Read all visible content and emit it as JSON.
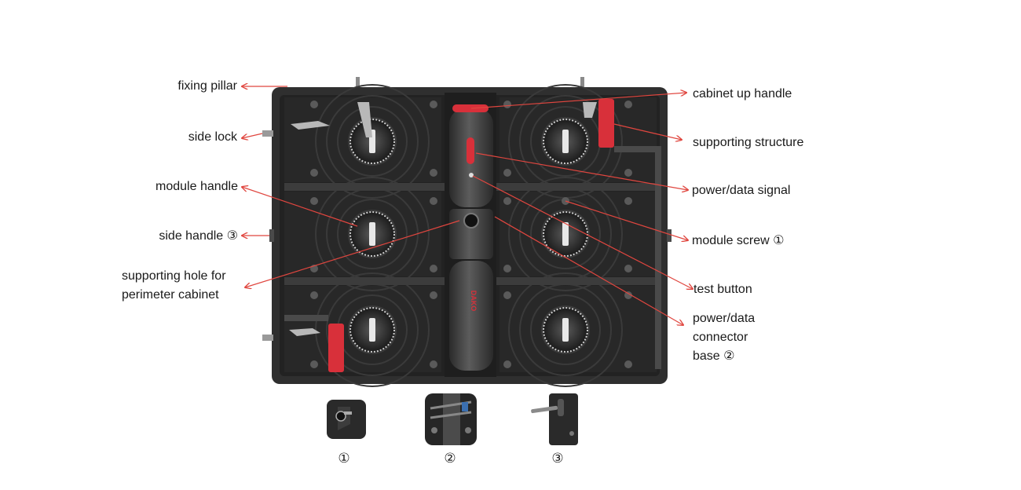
{
  "labels_left": {
    "fixing_pillar": "fixing pillar",
    "side_lock": "side lock",
    "module_handle": "module handle",
    "side_handle": "side handle ③",
    "supporting_hole_line1": "supporting hole for",
    "supporting_hole_line2": "perimeter cabinet"
  },
  "labels_right": {
    "cabinet_up_handle": "cabinet up handle",
    "supporting_structure": "supporting structure",
    "power_data_signal": "power/data signal",
    "module_screw": "module screw ①",
    "test_button": "test button",
    "connector_line1": "power/data",
    "connector_line2": "connector",
    "connector_line3": "base  ②"
  },
  "brand_mark": "DAKO",
  "detail_numbers": {
    "one": "①",
    "two": "②",
    "three": "③"
  },
  "colors": {
    "arrow": "#e0463f",
    "cabinet": "#2d2d2d",
    "handle": "#d8303a"
  }
}
